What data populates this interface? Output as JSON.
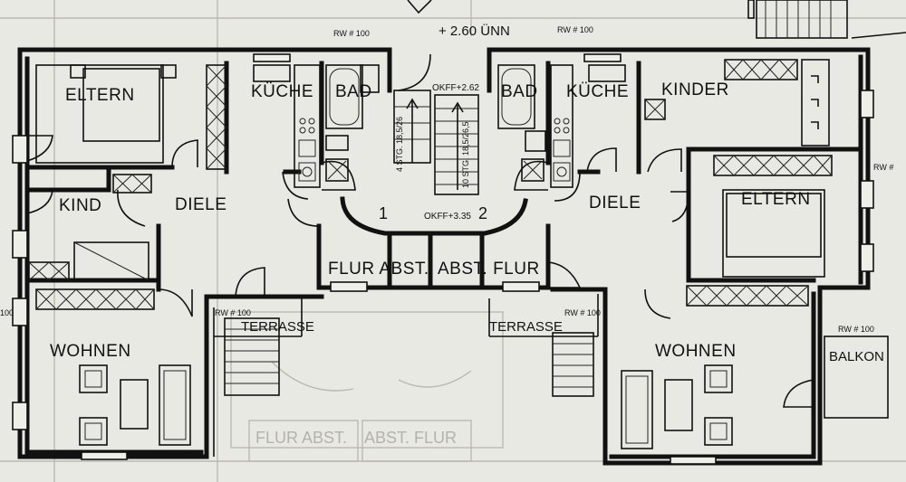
{
  "rooms": {
    "left": {
      "eltern": "ELTERN",
      "kueche": "KÜCHE",
      "bad": "BAD",
      "kind": "KIND",
      "diele": "DIELE",
      "wohnen": "WOHNEN",
      "terrasse": "TERRASSE",
      "flur_abst": "FLUR ABST."
    },
    "right": {
      "bad": "BAD",
      "kueche": "KÜCHE",
      "kinder": "KINDER",
      "diele": "DIELE",
      "eltern": "ELTERN",
      "wohnen": "WOHNEN",
      "terrasse": "TERRASSE",
      "balkon": "BALKON",
      "abst_flur": "ABST. FLUR"
    }
  },
  "annotations": {
    "level_top": "+ 2.60 ÜNN",
    "okff_upper": "OKFF+2.62",
    "okff_lower": "OKFF+3.35",
    "stair_left": "4 STG. 18,5/26",
    "stair_right": "10 STG. 18,5/26,5",
    "unit_1": "1",
    "unit_2": "2",
    "rw_top_left": "RW # 100",
    "rw_top_right": "RW # 100",
    "rw_terrace_left": "RW # 100",
    "rw_terrace_right": "RW # 100",
    "rw_balkon": "RW # 100",
    "rw_right_edge": "RW #",
    "rw_left_edge": "100"
  }
}
